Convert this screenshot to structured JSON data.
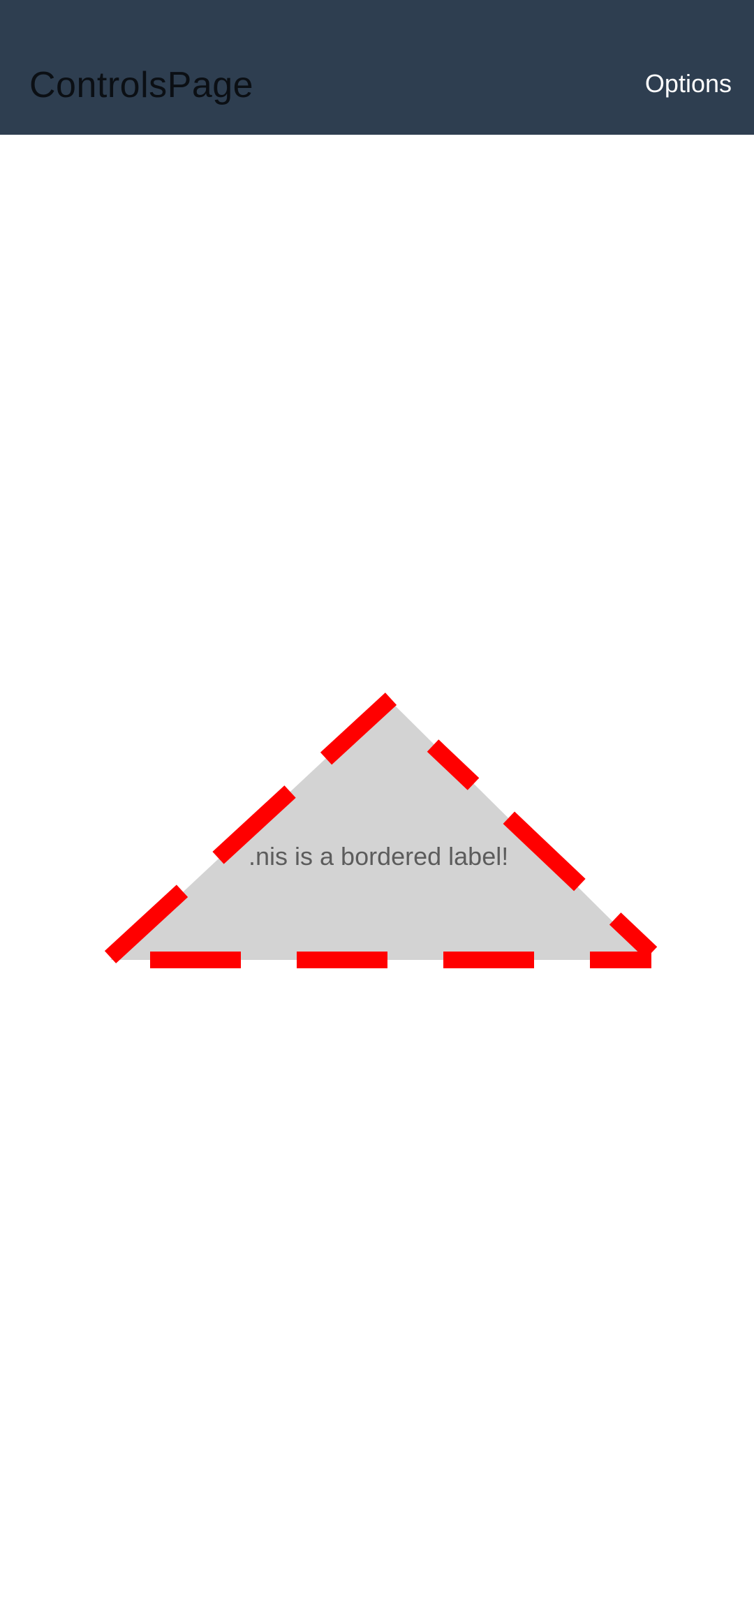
{
  "app_bar": {
    "title": "ControlsPage",
    "options_label": "Options",
    "background_color": "#2e3e50"
  },
  "bordered_label": {
    "text": ".nis is a bordered label!",
    "fill_color": "#d3d3d3",
    "stroke_color": "#ff0000",
    "text_color": "#5c5c5c"
  }
}
